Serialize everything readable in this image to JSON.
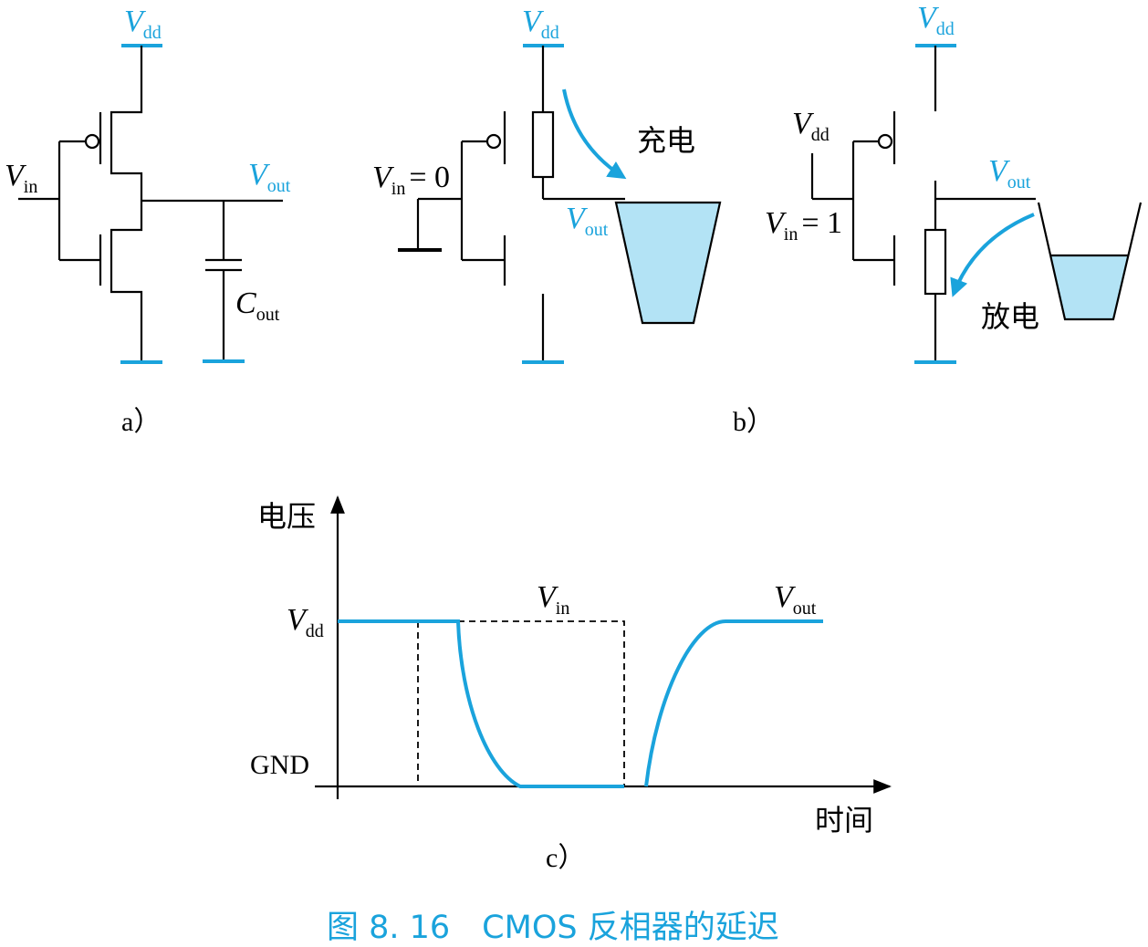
{
  "colors": {
    "accent": "#1aa3dc",
    "liquid": "#b3e3f5",
    "line": "#000000"
  },
  "panel_a": {
    "vdd": "V",
    "vdd_sub": "dd",
    "vin": "V",
    "vin_sub": "in",
    "vout": "V",
    "vout_sub": "out",
    "cout": "C",
    "cout_sub": "out",
    "label": "a）"
  },
  "panel_b": {
    "vdd_left": "V",
    "vdd_left_sub": "dd",
    "vin_left": "V",
    "vin_left_sub": "in",
    "vin_left_value": "= 0",
    "vout_left": "V",
    "vout_left_sub": "out",
    "charge": "充电",
    "vdd_right_top": "V",
    "vdd_right_top_sub": "dd",
    "vdd_right_gate": "V",
    "vdd_right_gate_sub": "dd",
    "vin_right": "V",
    "vin_right_sub": "in",
    "vin_right_value": "= 1",
    "vout_right": "V",
    "vout_right_sub": "out",
    "discharge": "放电",
    "label": "b）"
  },
  "panel_c": {
    "y_axis": "电压",
    "x_axis": "时间",
    "vdd": "V",
    "vdd_sub": "dd",
    "gnd": "GND",
    "vin": "V",
    "vin_sub": "in",
    "vout": "V",
    "vout_sub": "out",
    "label": "c）"
  },
  "caption": "图 8. 16　CMOS 反相器的延迟"
}
